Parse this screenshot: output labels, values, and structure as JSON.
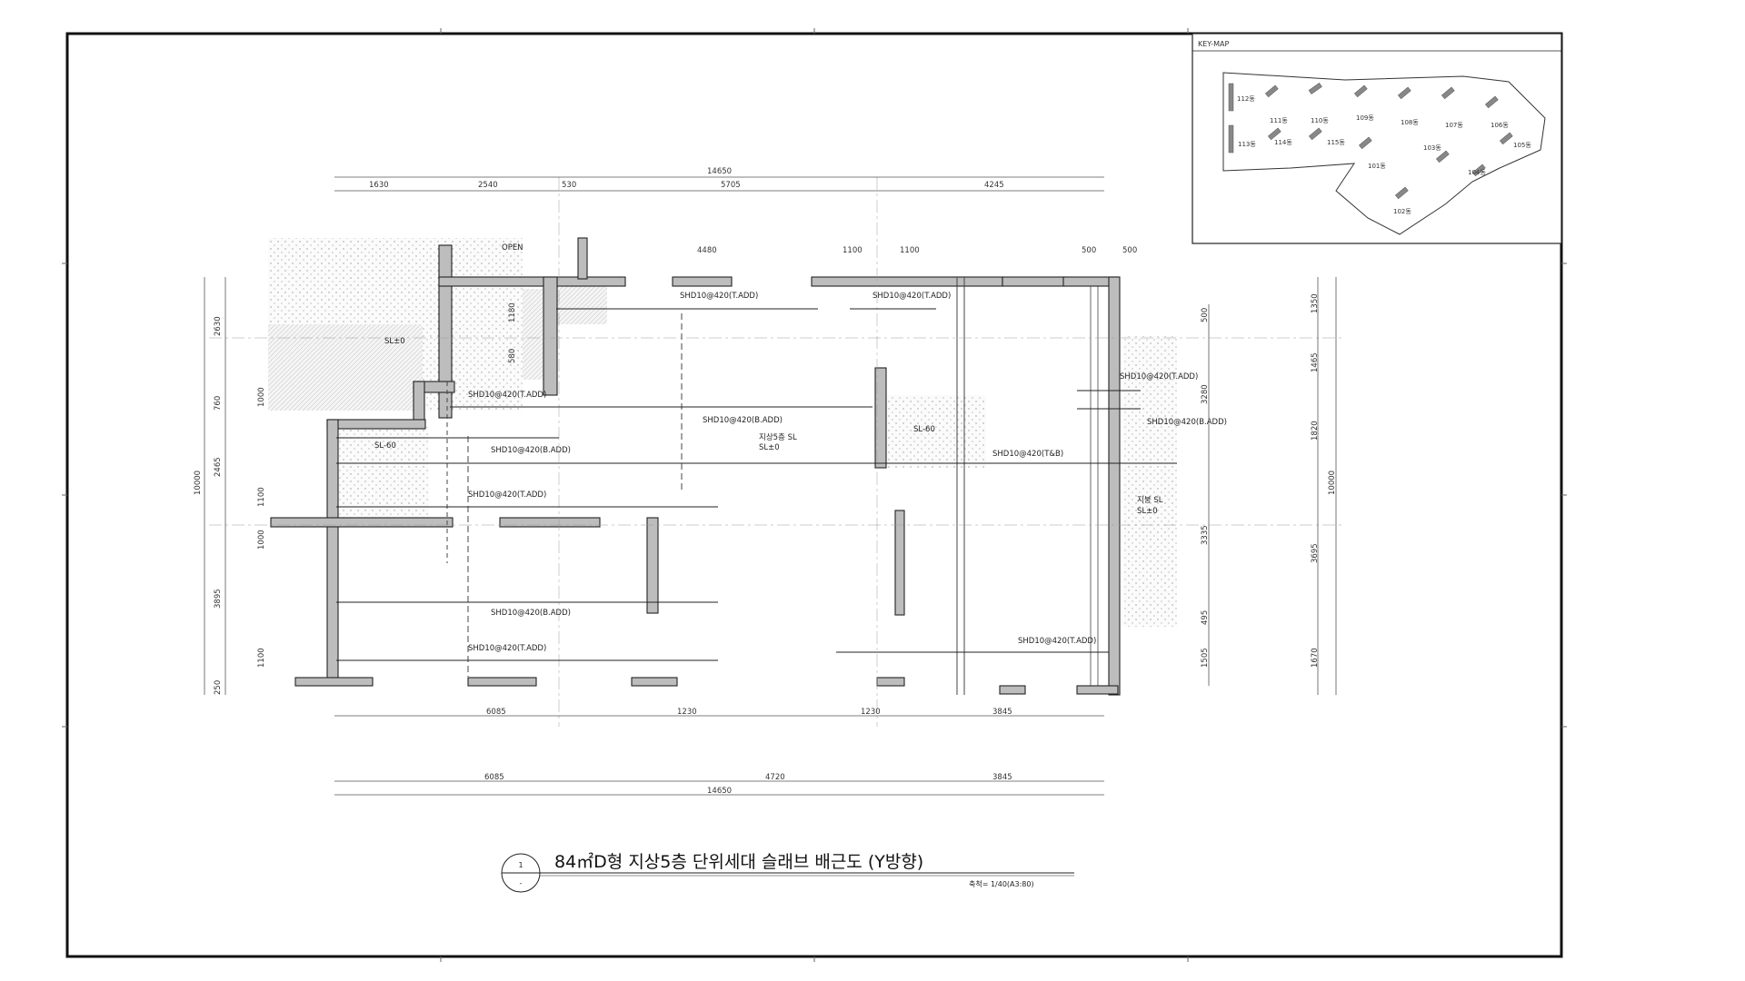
{
  "title": "84㎡D형 지상5층 단위세대 슬래브 배근도 (Y방향)",
  "detail_no": "1",
  "detail_sheet": "-",
  "scale_text": "축척= 1/40(A3:80)",
  "keymap": {
    "label": "KEY-MAP",
    "buildings": [
      "112동",
      "111동",
      "110동",
      "109동",
      "108동",
      "107동",
      "106동",
      "113동",
      "114동",
      "115동",
      "101동",
      "103동",
      "104동",
      "105동",
      "102동"
    ]
  },
  "opening_label": "OPEN",
  "dims": {
    "top_total": "14650",
    "top": [
      "1630",
      "2540",
      "530",
      "5705",
      "4245"
    ],
    "top_inner": [
      "4480",
      "1100",
      "1100",
      "500",
      "500"
    ],
    "bottom_inner": [
      "6085",
      "1230",
      "1230",
      "3845"
    ],
    "bottom": [
      "6085",
      "4720",
      "3845"
    ],
    "bottom_total": "14650",
    "left_outer": [
      "2630",
      "760",
      "2465",
      "3895",
      "250"
    ],
    "left_total": "10000",
    "left_inner": [
      "1180",
      "580",
      "1000",
      "1100",
      "1000",
      "1100"
    ],
    "right_outer": [
      "1350",
      "1465",
      "1820",
      "3695",
      "1670"
    ],
    "right_total": "10000",
    "right_inner": [
      "500",
      "3280",
      "3335",
      "495",
      "1505"
    ]
  },
  "rebar_labels": [
    "SHD10@420(T.ADD)",
    "SHD10@420(T.ADD)",
    "SHD10@420(T.ADD)",
    "SHD10@420(B.ADD)",
    "SHD10@420(B.ADD)",
    "SHD10@420(T.ADD)",
    "SHD10@420(T&B)",
    "SHD10@420(B.ADD)",
    "SHD10@420(B.ADD)",
    "SHD10@420(T.ADD)",
    "SHD10@420(T.ADD)",
    "SHD10@420(T.ADD)"
  ],
  "levels": [
    "SL±0",
    "SL-60",
    "SL-60",
    "지상5층 SL",
    "SL±0",
    "지붕 SL",
    "SL±0"
  ]
}
